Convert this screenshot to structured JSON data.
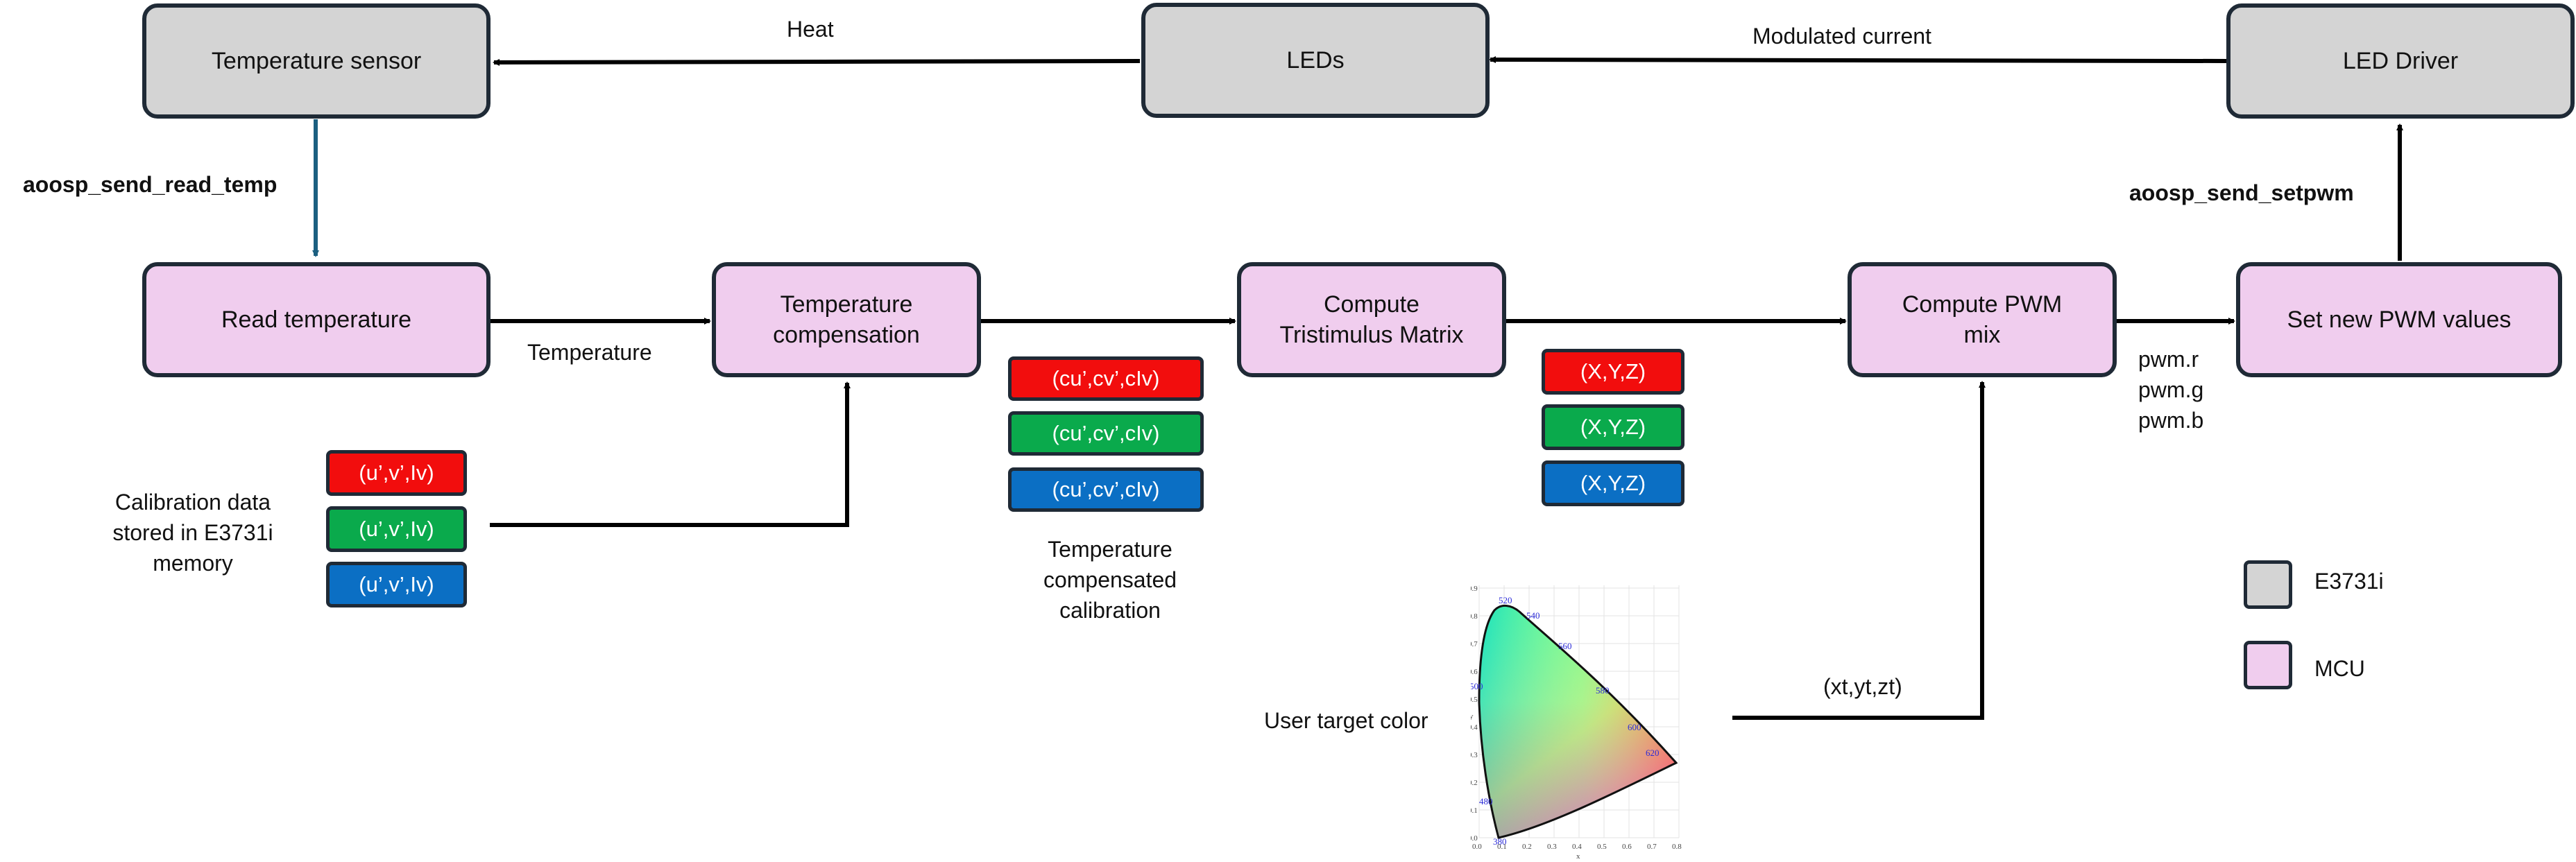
{
  "nodes": {
    "temp_sensor": "Temperature sensor",
    "leds": "LEDs",
    "led_driver": "LED Driver",
    "read_temp": "Read temperature",
    "temp_comp": "Temperature\ncompensation",
    "tristimulus": "Compute\nTristimulus Matrix",
    "pwm_mix": "Compute PWM\nmix",
    "set_pwm": "Set new PWM values"
  },
  "edge_labels": {
    "heat": "Heat",
    "modulated_current": "Modulated current",
    "read_temp_cmd": "aoosp_send_read_temp",
    "setpwm_cmd": "aoosp_send_setpwm",
    "temperature": "Temperature",
    "pwm_outputs": "pwm.r\npwm.g\npwm.b",
    "target_xyz": "(xt,yt,zt)"
  },
  "calibration": {
    "label": "Calibration data\nstored in E3731i\nmemory",
    "chips": [
      "(u’,v’,Iv)",
      "(u’,v’,Iv)",
      "(u’,v’,Iv)"
    ]
  },
  "compensated": {
    "label": "Temperature\ncompensated\ncalibration",
    "chips": [
      "(cu’,cv’,cIv)",
      "(cu’,cv’,cIv)",
      "(cu’,cv’,cIv)"
    ]
  },
  "tristimulus_out": {
    "chips": [
      "(X,Y,Z)",
      "(X,Y,Z)",
      "(X,Y,Z)"
    ]
  },
  "user_target": {
    "label": "User target color",
    "wavelengths": [
      "520",
      "540",
      "560",
      "580",
      "600",
      "620",
      "500",
      "480",
      "380"
    ],
    "y_ticks": [
      "0.9",
      "0.8",
      "0.7",
      "0.6",
      "0.5",
      "0.4",
      "0.3",
      "0.2",
      "0.1",
      "0.0"
    ],
    "x_ticks": [
      "0.0",
      "0.1",
      "0.2",
      "0.3",
      "0.4",
      "0.5",
      "0.6",
      "0.7",
      "0.8"
    ],
    "x_axis": "x",
    "y_axis": "y"
  },
  "legend": [
    {
      "label": "E3731i",
      "color": "#d4d4d4"
    },
    {
      "label": "MCU",
      "color": "#f0cdee"
    }
  ],
  "colors": {
    "gray_block": "#d4d4d4",
    "mcu_block": "#f0cdee",
    "border": "#1f2a36",
    "sensor_link": "#1b5f80",
    "red": "#f20d0d",
    "green": "#0aaa4c",
    "blue": "#0b6fc4"
  }
}
